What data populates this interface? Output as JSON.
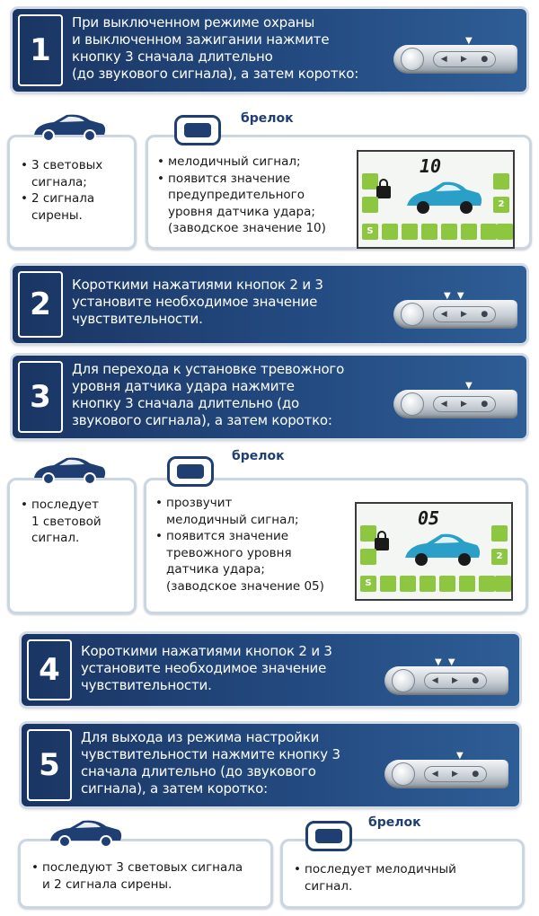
{
  "steps": [
    {
      "num": "1",
      "text": "При выключенном режиме охраны\nи выключенном зажигании нажмите\nкнопку 3 сначала длительно\n(до звукового сигнала), а затем коротко:"
    },
    {
      "num": "2",
      "text": "Короткими нажатиями кнопок 2 и 3\nустановите необходимое значение\nчувствительности."
    },
    {
      "num": "3",
      "text": "Для перехода к  установке тревожного\nуровня датчика удара нажмите\nкнопку 3 сначала длительно (до\nзвукового  сигнала),  а затем коротко:"
    },
    {
      "num": "4",
      "text": "Короткими нажатиями кнопок 2 и 3\nустановите необходимое значение\nчувствительности."
    },
    {
      "num": "5",
      "text": "Для выхода из режима настройки\nчувствительности нажмите кнопку 3\nсначала длительно (до звукового\nсигнала), а затем коротко:"
    }
  ],
  "brelok_label": "брелок",
  "block1": {
    "car": [
      "3 световых\nсигнала;",
      "2 сигнала\nсирены."
    ],
    "fob": [
      "мелодичный сигнал;",
      "появится значение\nпредупредительного\nуровня датчика удара;\n(заводское значение 10)"
    ],
    "lcd_value": "10"
  },
  "block2": {
    "car": [
      "последует\n1 световой\nсигнал."
    ],
    "fob": [
      "прозвучит\nмелодичный сигнал;",
      "появится значение\nтревожного уровня\nдатчика удара;\n(заводское значение 05)"
    ],
    "lcd_value": "05"
  },
  "block3": {
    "car": [
      "последуют 3 световых сигнала\nи 2 сигнала сирены."
    ],
    "fob": [
      "последует мелодичный\nсигнал."
    ]
  },
  "lcd_digits": {
    "s1": "2",
    "s2": "S"
  },
  "colors": {
    "step_bg": "#1a3563",
    "accent": "#1f3f73",
    "lcd_green": "#8dc63f"
  }
}
